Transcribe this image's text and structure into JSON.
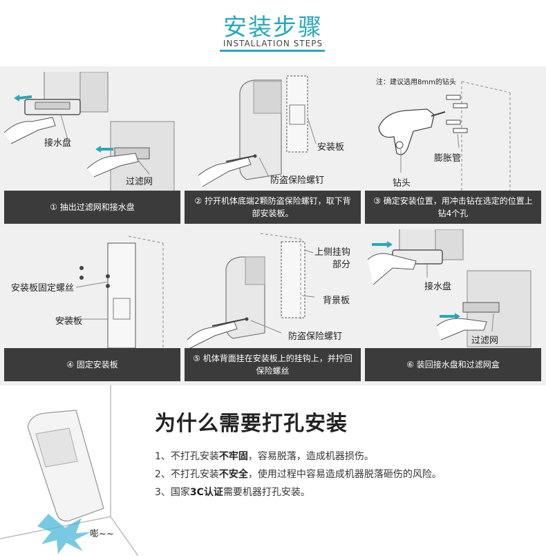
{
  "header": {
    "title_cn": "安装步骤",
    "title_en": "INSTALLATION STEPS"
  },
  "steps": [
    {
      "caption": "① 抽出过滤网和接水盘",
      "labels": [
        "接水盘",
        "过滤网"
      ]
    },
    {
      "caption": "② 拧开机体底端2颗防盗保险螺钉，取下背部安装板。",
      "labels": [
        "安装板",
        "防盗保险螺钉"
      ]
    },
    {
      "caption": "③ 确定安装位置，用冲击钻在选定的位置上钻4个孔",
      "labels": [
        "膨胀管",
        "钻头"
      ],
      "note": "注：建议选用8mm的钻头"
    },
    {
      "caption": "④ 固定安装板",
      "labels": [
        "安装板固定螺丝",
        "安装板"
      ]
    },
    {
      "caption": "⑤ 机体背面挂在安装板上的挂钩上，并拧回保险螺丝",
      "labels": [
        "上侧挂钩",
        "部分",
        "背景板",
        "防盗保险螺钉"
      ]
    },
    {
      "caption": "⑥ 装回接水盘和过滤网盒",
      "labels": [
        "接水盘",
        "过滤网"
      ]
    }
  ],
  "why": {
    "title": "为什么需要打孔安装",
    "reasons": [
      {
        "prefix": "1、不打孔安装",
        "bold": "不牢固",
        "suffix": "，容易脱落，造成机器损伤。"
      },
      {
        "prefix": "2、不打孔安装",
        "bold": "不安全",
        "suffix": "，使用过程中容易造成机器脱落砸伤的风险。"
      },
      {
        "prefix": "3、国家",
        "bold": "3C认证",
        "suffix": "需要机器打孔安装。"
      }
    ],
    "sound": "嘭~~"
  },
  "colors": {
    "accent": "#2aa7b8",
    "caption_bg": "#3b3b3b",
    "steps_bg": "#f0f0f0",
    "impact": "#4ab8d8"
  }
}
